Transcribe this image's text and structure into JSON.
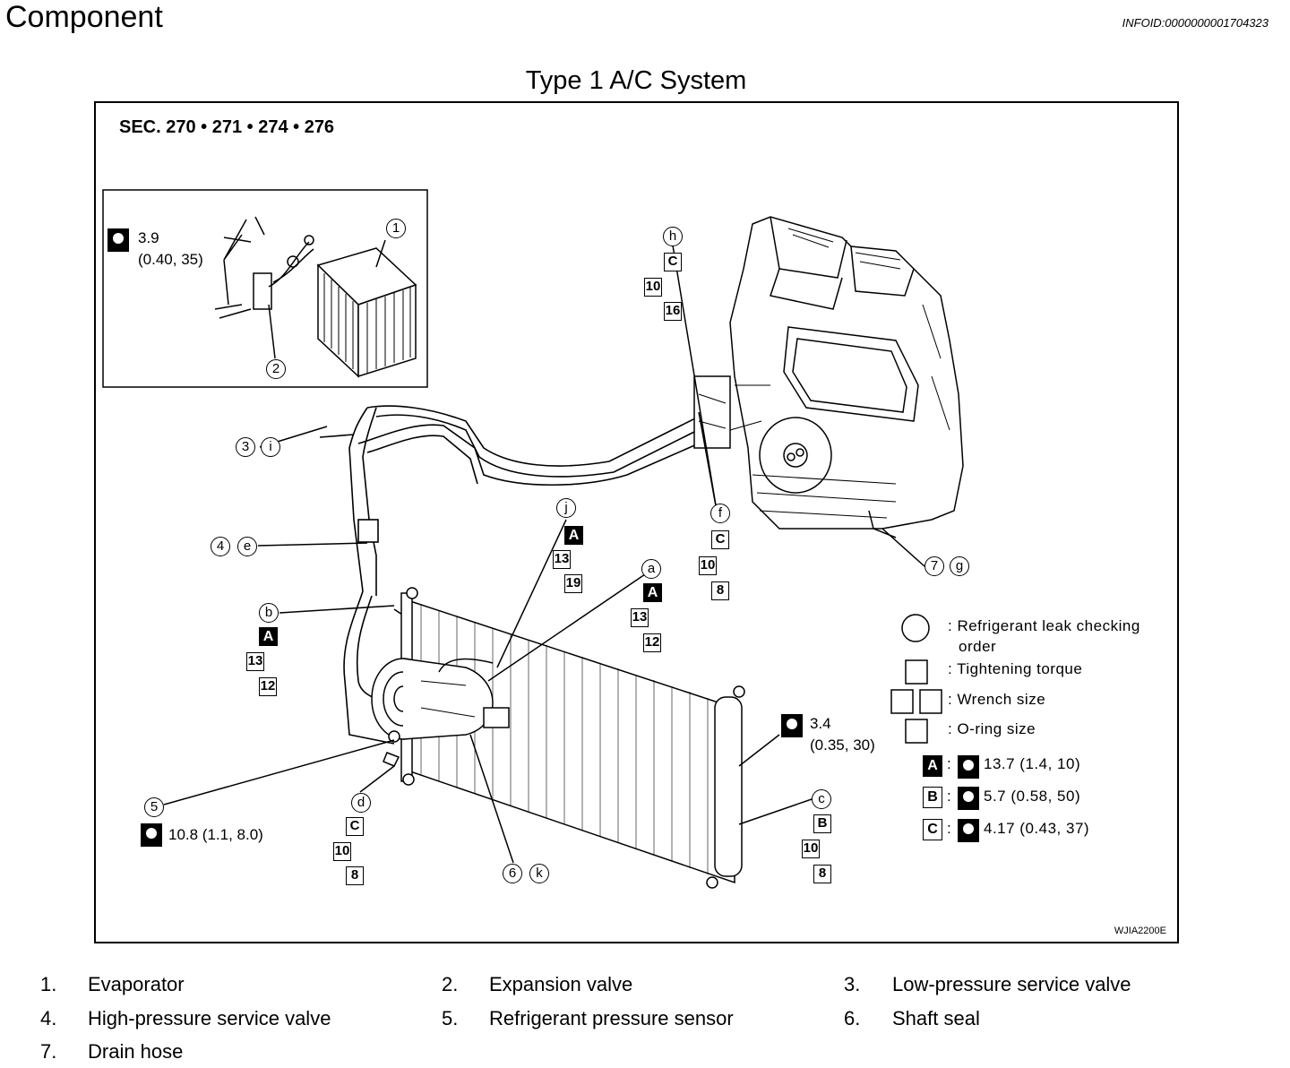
{
  "header": {
    "title": "Component",
    "infoid": "INFOID:0000000001704323"
  },
  "diagram": {
    "title": "Type 1 A/C System",
    "section": "SEC. 270 • 271 • 274 • 276",
    "reference": "WJIA2200E",
    "torque_inset": {
      "value": "3.9",
      "sub": "(0.40, 35)"
    },
    "torque_receiver": {
      "value": "3.4",
      "sub": "(0.35, 30)"
    },
    "torque_sensor": "10.8 (1.1, 8.0)",
    "callouts": {
      "n1": "1",
      "n2": "2",
      "n3": "3",
      "n4": "4",
      "n5": "5",
      "n6": "6",
      "n7": "7",
      "h": "h",
      "i": "i",
      "e": "e",
      "j": "j",
      "a": "a",
      "f": "f",
      "b": "b",
      "d": "d",
      "c": "c",
      "k": "k",
      "g": "g"
    },
    "codes": {
      "h": [
        "C",
        "10",
        "16"
      ],
      "j": [
        "A",
        "13",
        "19"
      ],
      "a": [
        "A",
        "13",
        "12"
      ],
      "f": [
        "C",
        "10",
        "8"
      ],
      "b": [
        "A",
        "13",
        "12"
      ],
      "d": [
        "C",
        "10",
        "8"
      ],
      "c": [
        "B",
        "10",
        "8"
      ]
    },
    "legend": {
      "leak": ": Refrigerant leak checking",
      "leak2": "order",
      "torque": ": Tightening torque",
      "wrench": ": Wrench size",
      "oring": ": O-ring size",
      "A_code": "A",
      "A_text": "13.7 (1.4, 10)",
      "B_code": "B",
      "B_text": "5.7 (0.58, 50)",
      "C_code": "C",
      "C_text": "4.17 (0.43, 37)",
      "colon": ":"
    }
  },
  "parts": [
    {
      "num": "1.",
      "name": "Evaporator"
    },
    {
      "num": "2.",
      "name": "Expansion valve"
    },
    {
      "num": "3.",
      "name": "Low-pressure service valve"
    },
    {
      "num": "4.",
      "name": "High-pressure service valve"
    },
    {
      "num": "5.",
      "name": "Refrigerant pressure sensor"
    },
    {
      "num": "6.",
      "name": "Shaft seal"
    },
    {
      "num": "7.",
      "name": "Drain hose"
    }
  ]
}
